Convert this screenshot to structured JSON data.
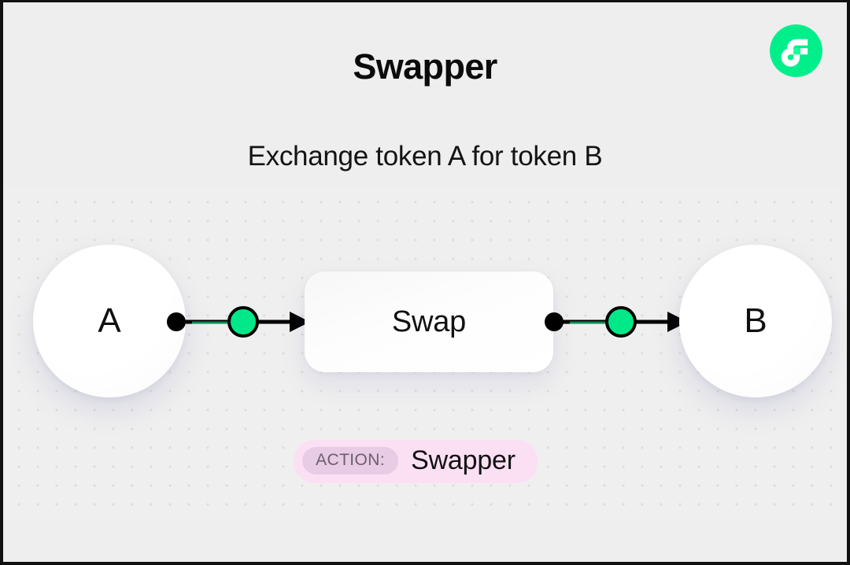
{
  "page": {
    "title": "Swapper",
    "subtitle": "Exchange token A for token B",
    "background_color": "#eeeeee",
    "frame_color": "#111111"
  },
  "brand": {
    "logo_icon": "flow-logo-icon",
    "logo_name": "Flow",
    "circle_color": "#00EF8B",
    "mark_color": "#FFFFFF",
    "mark_accent_color": "#16FF99"
  },
  "diagram": {
    "grid": {
      "dot_color": "#dddddd",
      "spacing": 24
    },
    "nodes": [
      {
        "id": "token-a",
        "label": "A",
        "shape": "circle",
        "name": "token-node-a"
      },
      {
        "id": "swap",
        "label": "Swap",
        "shape": "rounded-rect",
        "name": "action-box-swap"
      },
      {
        "id": "token-b",
        "label": "B",
        "shape": "circle",
        "name": "token-node-b"
      }
    ],
    "connectors": [
      {
        "id": "conn-a-swap",
        "from": "token-a",
        "to": "swap",
        "start_dot_color": "#000000",
        "mid_dot_color": "#00E887",
        "line_color": "#000000",
        "accent_line_color": "#0a8f57",
        "arrow_color": "#000000"
      },
      {
        "id": "conn-swap-b",
        "from": "swap",
        "to": "token-b",
        "start_dot_color": "#000000",
        "mid_dot_color": "#00E887",
        "line_color": "#000000",
        "accent_line_color": "#0a8f57",
        "arrow_color": "#000000"
      }
    ]
  },
  "action_badge": {
    "key_label": "ACTION:",
    "value_label": "Swapper",
    "pill_color": "#fbe0f4",
    "key_pill_color": "#e8cbe4",
    "key_text_color": "#6b6070"
  }
}
